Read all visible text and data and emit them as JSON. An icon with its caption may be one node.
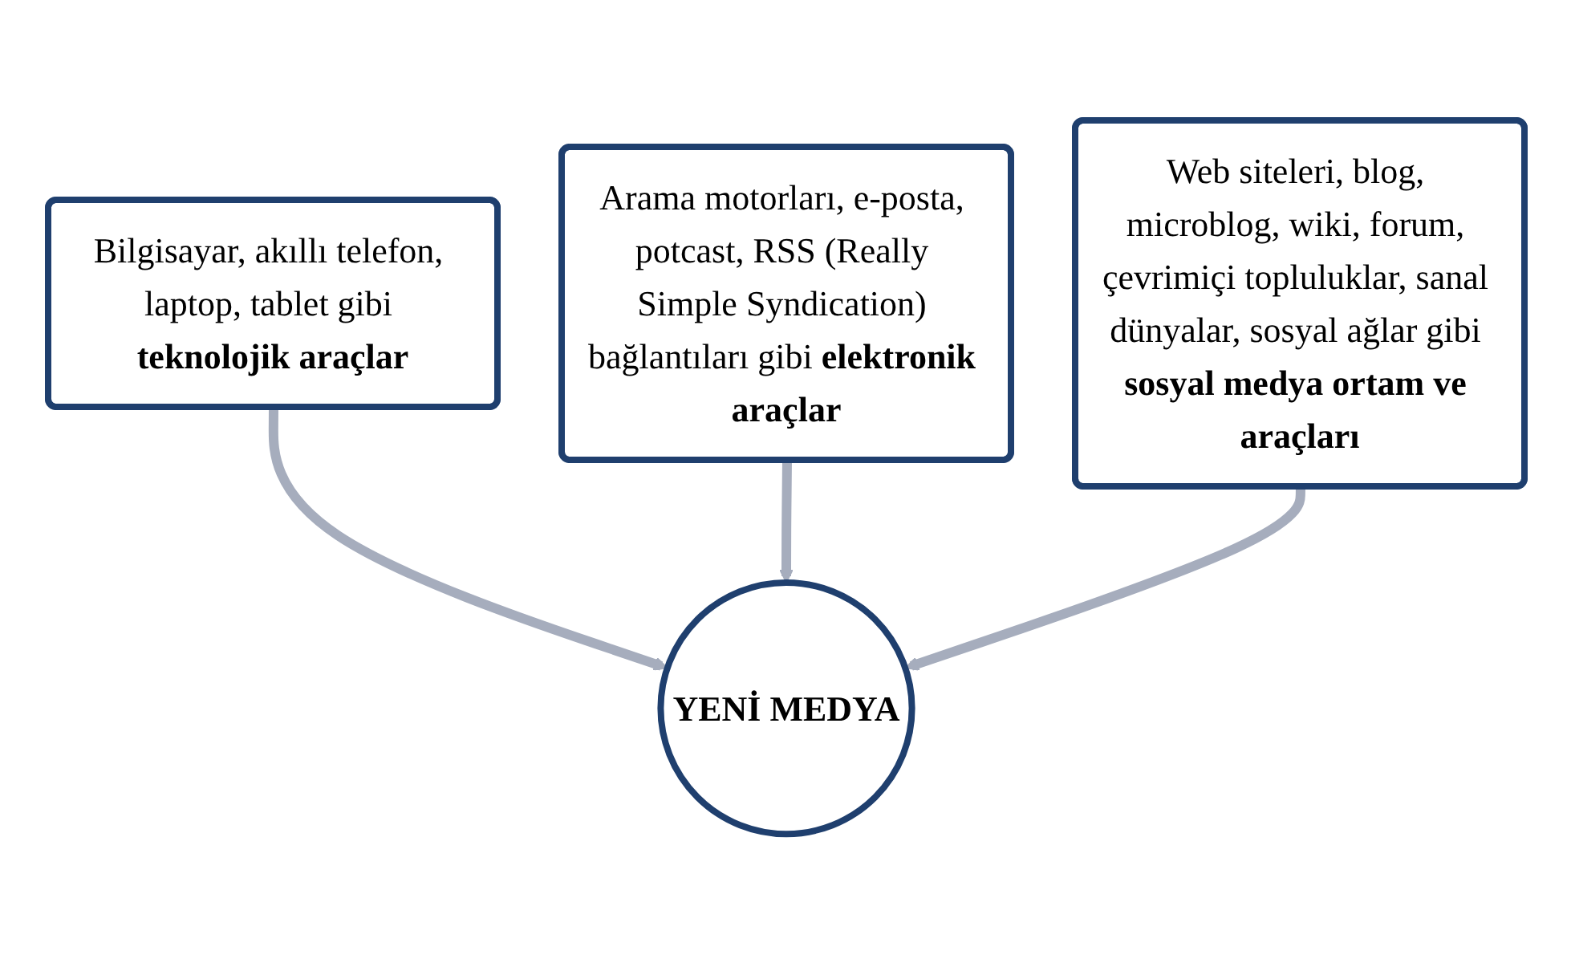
{
  "diagram": {
    "nodes": [
      {
        "text": [
          "Bilgisayar, akıllı telefon, laptop, tablet gibi **teknolojik araçlar**"
        ]
      },
      {
        "text": [
          "Arama motorları, e-posta, potcast, RSS (Really Simple Syndication) bağlantıları gibi **elektronik araçlar**"
        ]
      },
      {
        "text": [
          "Web siteleri, blog, microblog, wiki, forum, çevrimiçi topluluklar, sanal dünyalar, sosyal ağlar gibi **sosyal medya ortam ve araçları**"
        ]
      },
      {
        "text": [
          "YENİ MEDYA"
        ]
      }
    ],
    "edges": [
      {
        "from": 0,
        "to": 3,
        "arrow": "to"
      },
      {
        "from": 1,
        "to": 3,
        "arrow": "to"
      },
      {
        "from": 2,
        "to": 3,
        "arrow": "to"
      }
    ]
  }
}
